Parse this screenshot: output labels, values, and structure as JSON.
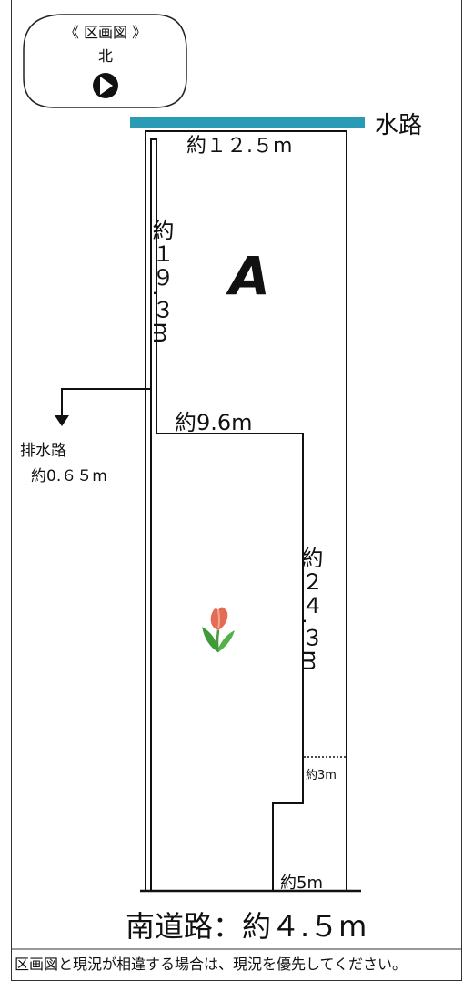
{
  "compass": {
    "title": "《 区画図 》",
    "north_label": "北",
    "icon": "north-arrow-icon"
  },
  "waterway": {
    "label": "水路",
    "color": "#2a9bb5"
  },
  "lot": {
    "label": "A",
    "top_width": "約１２.５m",
    "left_depth": "約１９.３m",
    "step_width": "約9.6m",
    "right_depth": "約２４.３m",
    "small_depth": "約3m",
    "bottom_width": "約5m"
  },
  "drainage": {
    "label": "排水路",
    "width": "約0.６５m"
  },
  "road": {
    "label": "南道路：約４.５m"
  },
  "footer": {
    "note": "区画図と現況が相違する場合は、現況を優先してください。"
  },
  "decoration": {
    "icon": "tulip-icon"
  }
}
